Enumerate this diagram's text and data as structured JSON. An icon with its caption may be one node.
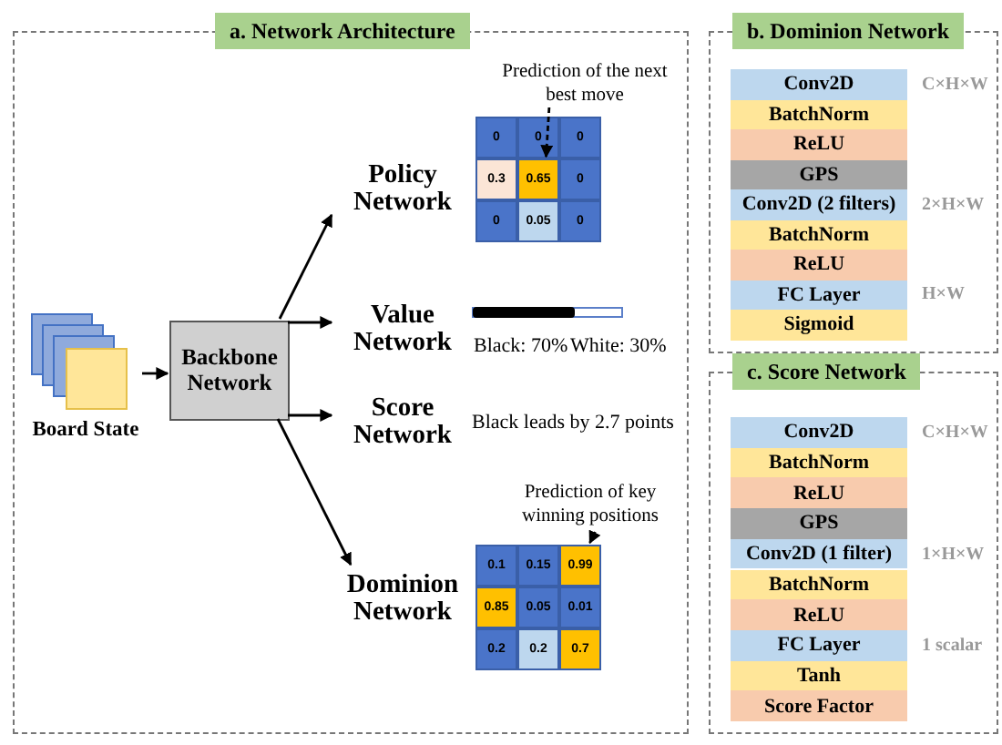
{
  "diagram": {
    "nodes": [
      {
        "text": [
          "a. Network Architecture"
        ]
      },
      {
        "text": [
          "Board State"
        ],
        "in": 0
      },
      {
        "text": [
          "Backbone Network"
        ],
        "in": 0
      },
      {
        "text": [
          "Policy Network"
        ],
        "in": 0
      },
      {
        "text": [
          "Value Network"
        ],
        "in": 0
      },
      {
        "text": [
          "Score Network"
        ],
        "in": 0
      },
      {
        "text": [
          "Dominion Network"
        ],
        "in": 0
      },
      {
        "text": [
          "Prediction of the next best move"
        ],
        "in": 0
      },
      {
        "text": [
          "0"
        ],
        "in": 0
      },
      {
        "text": [
          "0"
        ],
        "in": 0
      },
      {
        "text": [
          "0"
        ],
        "in": 0
      },
      {
        "text": [
          "0.3"
        ],
        "in": 0
      },
      {
        "text": [
          "0.65"
        ],
        "in": 0
      },
      {
        "text": [
          "0"
        ],
        "in": 0
      },
      {
        "text": [
          "0"
        ],
        "in": 0
      },
      {
        "text": [
          "0.05"
        ],
        "in": 0
      },
      {
        "text": [
          "0"
        ],
        "in": 0
      },
      {
        "text": [
          "Prediction of key winning positions"
        ],
        "in": 0
      },
      {
        "text": [
          "0.1"
        ],
        "in": 0
      },
      {
        "text": [
          "0.15"
        ],
        "in": 0
      },
      {
        "text": [
          "0.99"
        ],
        "in": 0
      },
      {
        "text": [
          "0.85"
        ],
        "in": 0
      },
      {
        "text": [
          "0.05"
        ],
        "in": 0
      },
      {
        "text": [
          "0.01"
        ],
        "in": 0
      },
      {
        "text": [
          "0.2"
        ],
        "in": 0
      },
      {
        "text": [
          "0.2"
        ],
        "in": 0
      },
      {
        "text": [
          "0.7"
        ],
        "in": 0
      },
      {
        "text": [
          "b. Dominion Network"
        ]
      },
      {
        "text": [
          "Conv2D"
        ],
        "in": 27,
        "beside": [
          "C×H×W"
        ]
      },
      {
        "text": [
          "BatchNorm"
        ],
        "in": 27
      },
      {
        "text": [
          "ReLU"
        ],
        "in": 27
      },
      {
        "text": [
          "GPS"
        ],
        "in": 27
      },
      {
        "text": [
          "Conv2D (2 filters)"
        ],
        "in": 27,
        "beside": [
          "2×H×W"
        ]
      },
      {
        "text": [
          "BatchNorm"
        ],
        "in": 27
      },
      {
        "text": [
          "ReLU"
        ],
        "in": 27
      },
      {
        "text": [
          "FC Layer"
        ],
        "in": 27,
        "beside": [
          "H×W"
        ]
      },
      {
        "text": [
          "Sigmoid"
        ],
        "in": 27
      },
      {
        "text": [
          "c. Score Network"
        ]
      },
      {
        "text": [
          "Conv2D"
        ],
        "in": 37,
        "beside": [
          "C×H×W"
        ]
      },
      {
        "text": [
          "BatchNorm"
        ],
        "in": 37
      },
      {
        "text": [
          "ReLU"
        ],
        "in": 37
      },
      {
        "text": [
          "GPS"
        ],
        "in": 37
      },
      {
        "text": [
          "Conv2D (1 filter)"
        ],
        "in": 37,
        "beside": [
          "1×H×W"
        ]
      },
      {
        "text": [
          "BatchNorm"
        ],
        "in": 37
      },
      {
        "text": [
          "ReLU"
        ],
        "in": 37
      },
      {
        "text": [
          "FC Layer"
        ],
        "in": 37,
        "beside": [
          "1 scalar"
        ]
      },
      {
        "text": [
          "Tanh"
        ],
        "in": 37
      },
      {
        "text": [
          "Score Factor"
        ],
        "in": 37
      }
    ],
    "edges": [
      {
        "from": 1,
        "to": 2,
        "arrow": "to"
      },
      {
        "from": 2,
        "to": 3,
        "arrow": "to"
      },
      {
        "from": 2,
        "to": 4,
        "arrow": "to"
      },
      {
        "from": 2,
        "to": 5,
        "arrow": "to"
      },
      {
        "from": 2,
        "to": 6,
        "arrow": "to"
      },
      {
        "from": 7,
        "to": 12,
        "arrow": "to",
        "style": "dashed"
      },
      {
        "from": 17,
        "to": 20,
        "arrow": "to",
        "style": "dashed"
      }
    ],
    "labels": [
      "Black: 70%",
      "White: 30%",
      "Black leads by 2.7 points"
    ]
  }
}
